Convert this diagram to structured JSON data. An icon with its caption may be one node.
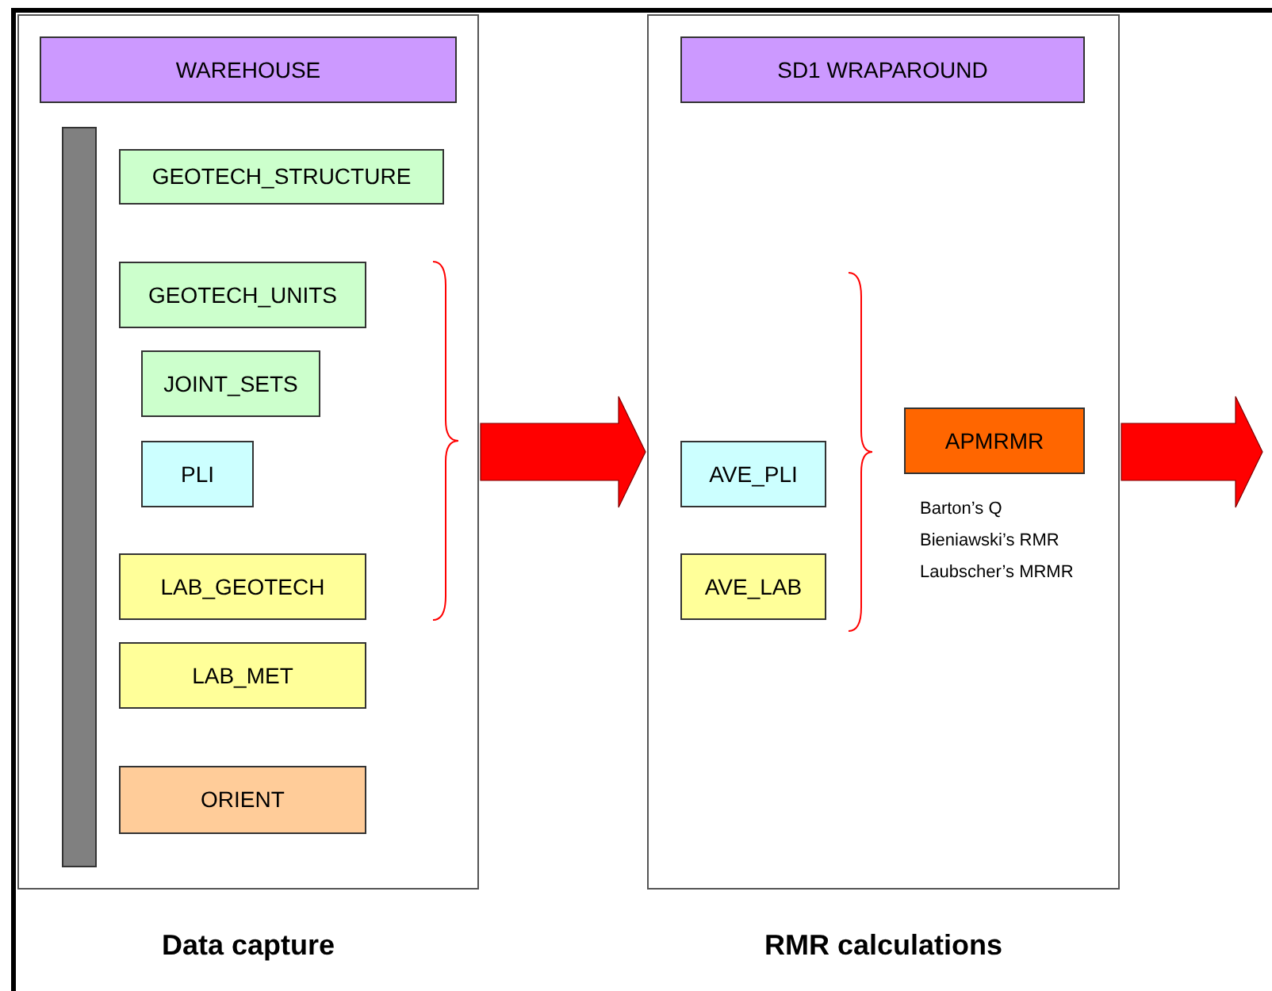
{
  "diagram": {
    "nodes": [
      {
        "text": [
          "Data capture"
        ]
      },
      {
        "text": [
          "WAREHOUSE"
        ],
        "in": 0
      },
      {
        "text": [],
        "shape": "bar",
        "in": 0
      },
      {
        "text": [
          "GEOTECH_STRUCTURE"
        ],
        "in": 0
      },
      {
        "text": [
          "GEOTECH_UNITS"
        ],
        "in": 0
      },
      {
        "text": [
          "JOINT_SETS"
        ],
        "in": 0
      },
      {
        "text": [
          "PLI"
        ],
        "in": 0
      },
      {
        "text": [
          "LAB_GEOTECH"
        ],
        "in": 0
      },
      {
        "text": [
          "LAB_MET"
        ],
        "in": 0
      },
      {
        "text": [
          "ORIENT"
        ],
        "in": 0
      },
      {
        "text": [
          "RMR calculations"
        ]
      },
      {
        "text": [
          "SD1 WRAPAROUND"
        ],
        "in": 10
      },
      {
        "text": [
          "AVE_PLI"
        ],
        "in": 10
      },
      {
        "text": [
          "AVE_LAB"
        ],
        "in": 10
      },
      {
        "text": [
          "APMRMR"
        ],
        "in": 10,
        "beside": [
          "Barton’s Q",
          "Bieniawski’s RMR",
          "Laubscher’s MRMR"
        ]
      }
    ],
    "edges": [
      {
        "from": 0,
        "to": 10,
        "arrow": "to",
        "style": "thick",
        "color": "#ff0000"
      },
      {
        "from": 10,
        "to": null,
        "arrow": "to",
        "style": "thick",
        "color": "#ff0000"
      }
    ]
  }
}
